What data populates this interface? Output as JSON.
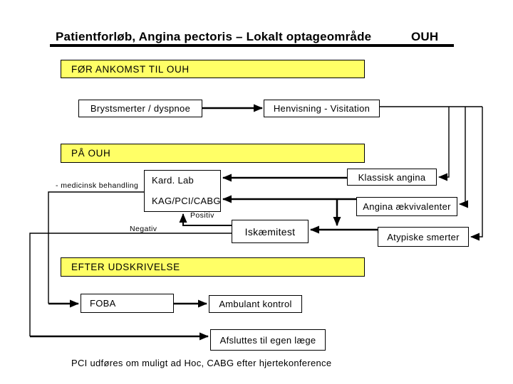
{
  "title": {
    "text": "Patientforløb, Angina pectoris – Lokalt optageområde",
    "org": "OUH"
  },
  "sections": {
    "before_arrival": "FØR ANKOMST TIL OUH",
    "at_hospital": "PÅ OUH",
    "after_discharge": "EFTER UDSKRIVELSE"
  },
  "nodes": {
    "symptoms": "Brystsmerter / dyspnoe",
    "referral": "Henvisning - Visitation",
    "kard_lab": "Kard. Lab",
    "kag_pci_cabg": "KAG/PCI/CABG",
    "klassisk_angina": "Klassisk angina",
    "angina_aekvivalenter": "Angina ækvivalenter",
    "atypiske_smerter": "Atypiske smerter",
    "iskaemitest": "Iskæmitest",
    "foba": "FOBA",
    "ambulant_kontrol": "Ambulant kontrol",
    "afsluttes": "Afsluttes til egen læge"
  },
  "labels": {
    "medicinsk": "- medicinsk behandling",
    "positiv": "Positiv",
    "negativ": "Negativ"
  },
  "footer": "PCI udføres om muligt ad Hoc, CABG efter hjertekonference",
  "colors": {
    "banner_yellow": "#FFFF66",
    "line_black": "#000000",
    "background": "#FFFFFF"
  }
}
